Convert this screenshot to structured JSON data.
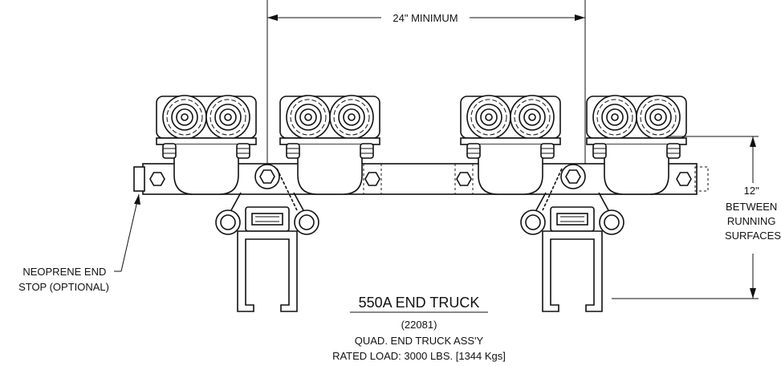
{
  "dimension_top": {
    "label": "24\" MINIMUM"
  },
  "dimension_right": {
    "lines": [
      "12\"",
      "BETWEEN",
      "RUNNING",
      "SURFACES"
    ]
  },
  "callout_left": {
    "lines": [
      "NEOPRENE END",
      "STOP (OPTIONAL)"
    ]
  },
  "title_block": {
    "title": "550A END TRUCK",
    "part_number": "(22081)",
    "description": "QUAD. END TRUCK ASS'Y",
    "rated_load": "RATED LOAD: 3000 LBS. [1344 Kgs]"
  }
}
